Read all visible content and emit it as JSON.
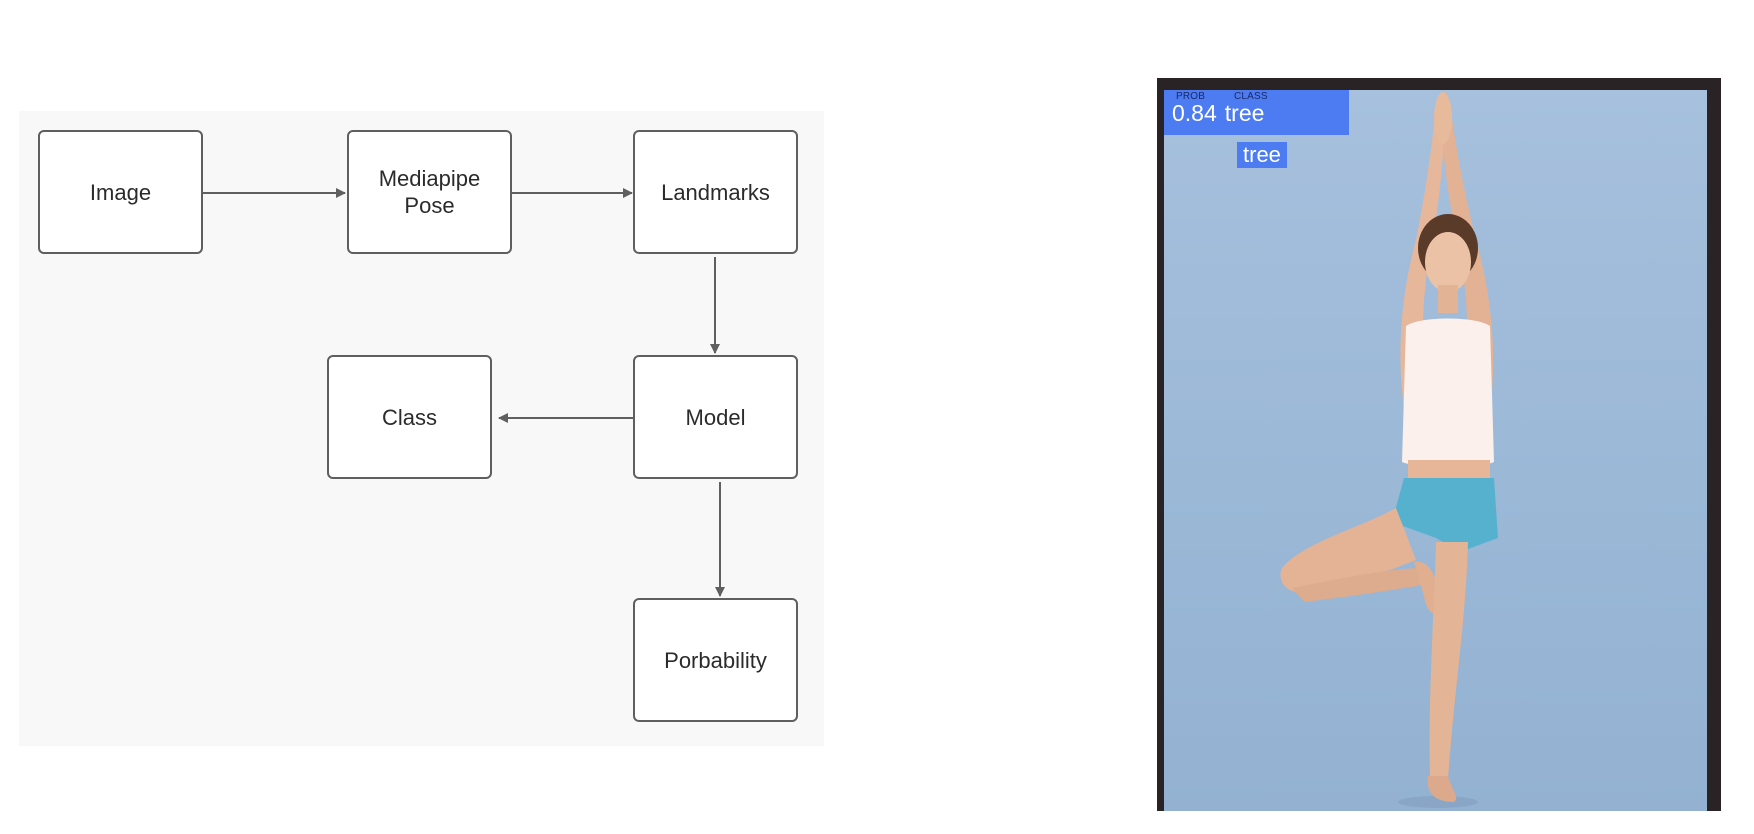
{
  "diagram": {
    "nodes": [
      {
        "id": "image",
        "label": "Image"
      },
      {
        "id": "mediapipe",
        "label": "Mediapipe\nPose"
      },
      {
        "id": "landmarks",
        "label": "Landmarks"
      },
      {
        "id": "class",
        "label": "Class"
      },
      {
        "id": "model",
        "label": "Model"
      },
      {
        "id": "probability",
        "label": "Porbability"
      }
    ],
    "edges": [
      {
        "from": "image",
        "to": "mediapipe"
      },
      {
        "from": "mediapipe",
        "to": "landmarks"
      },
      {
        "from": "landmarks",
        "to": "model"
      },
      {
        "from": "model",
        "to": "class"
      },
      {
        "from": "model",
        "to": "probability"
      }
    ]
  },
  "prediction": {
    "prob_header": "PROB",
    "class_header": "CLASS",
    "prob_value": "0.84",
    "class_value": "tree",
    "box_label": "tree",
    "highlight_color": "#4d7bf1"
  }
}
